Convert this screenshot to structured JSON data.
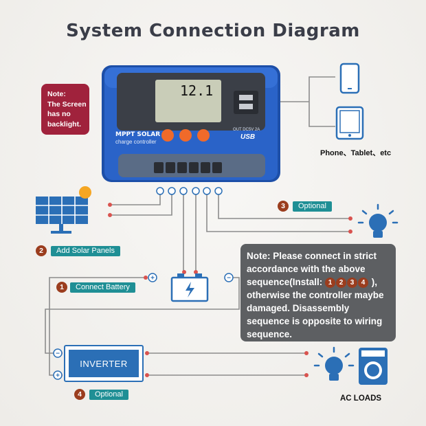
{
  "title": "System Connection Diagram",
  "screen_note": {
    "line1": "Note:",
    "line2": "The Screen",
    "line3": "has no",
    "line4": "backlight."
  },
  "controller": {
    "brand_line1": "MPPT SOLAR",
    "brand_line2": "charge controller",
    "lcd_value": "12.1",
    "usb_rating": "OUT DC5V 2A",
    "usb_label": "USB"
  },
  "devices_label": "Phone、Tablet、etc",
  "step1": {
    "number": "1",
    "label": "Connect Battery"
  },
  "step2": {
    "number": "2",
    "label": "Add Solar Panels"
  },
  "step3": {
    "number": "3",
    "label": "Optional"
  },
  "step4": {
    "number": "4",
    "label": "Optional"
  },
  "instruction": {
    "line1": "Note: Please connect in strict",
    "line2": "accordance with the above",
    "line3_prefix": "sequence(Install: ",
    "seq": [
      "1",
      "2",
      "3",
      "4"
    ],
    "line3_suffix": " ),",
    "line4": "otherwise the controller maybe",
    "line5": "damaged. Disassembly",
    "line6": "sequence is opposite to wiring",
    "line7": "sequence."
  },
  "inverter_label": "INVERTER",
  "ac_loads_label": "AC LOADS",
  "colors": {
    "controller_blue": "#2a63c8",
    "note_red": "#a0223c",
    "pill_teal": "#1f8f95",
    "step_circle": "#9b3d1e",
    "wire": "#8c8c8c",
    "terminal_red": "#d9534f",
    "icon_blue": "#2b6fb6",
    "note_gray": "#5d5f62"
  }
}
